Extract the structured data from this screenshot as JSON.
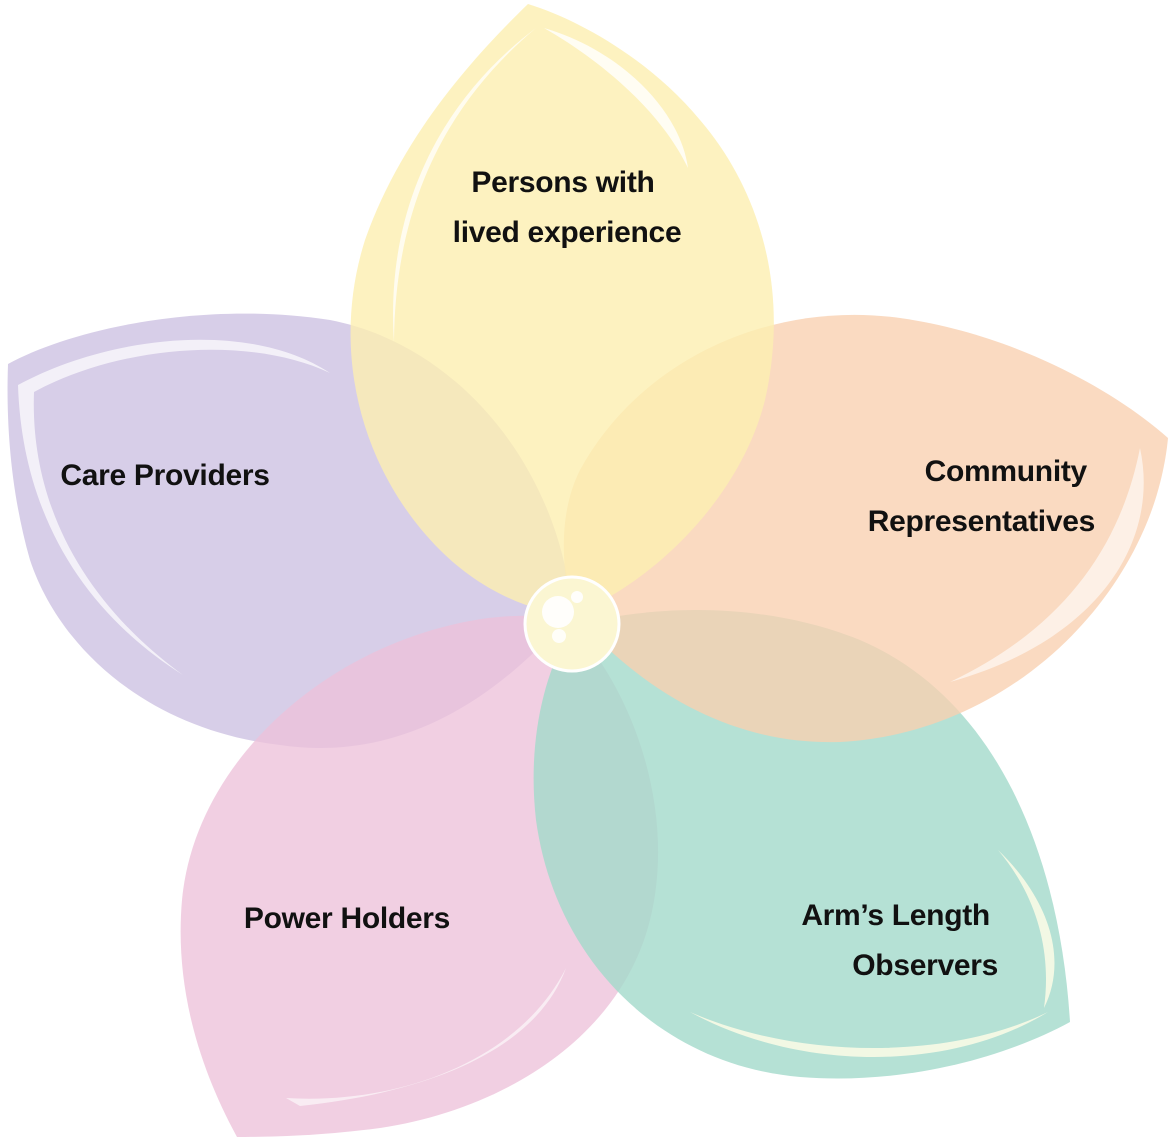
{
  "diagram": {
    "title": "",
    "petals": [
      {
        "id": "persons",
        "lines": [
          "Persons with",
          "lived experience"
        ],
        "color": "#FCEFB0"
      },
      {
        "id": "community",
        "lines": [
          "Community",
          "Representatives"
        ],
        "color": "#F9CFB0"
      },
      {
        "id": "arms-length",
        "lines": [
          "Arm’s Length",
          "Observers"
        ],
        "color": "#A2D9CB"
      },
      {
        "id": "power",
        "lines": [
          "Power Holders"
        ],
        "color": "#EDC2DA"
      },
      {
        "id": "care",
        "lines": [
          "Care Providers"
        ],
        "color": "#CDC2E2"
      }
    ],
    "center_color": "#FBF6D2"
  }
}
